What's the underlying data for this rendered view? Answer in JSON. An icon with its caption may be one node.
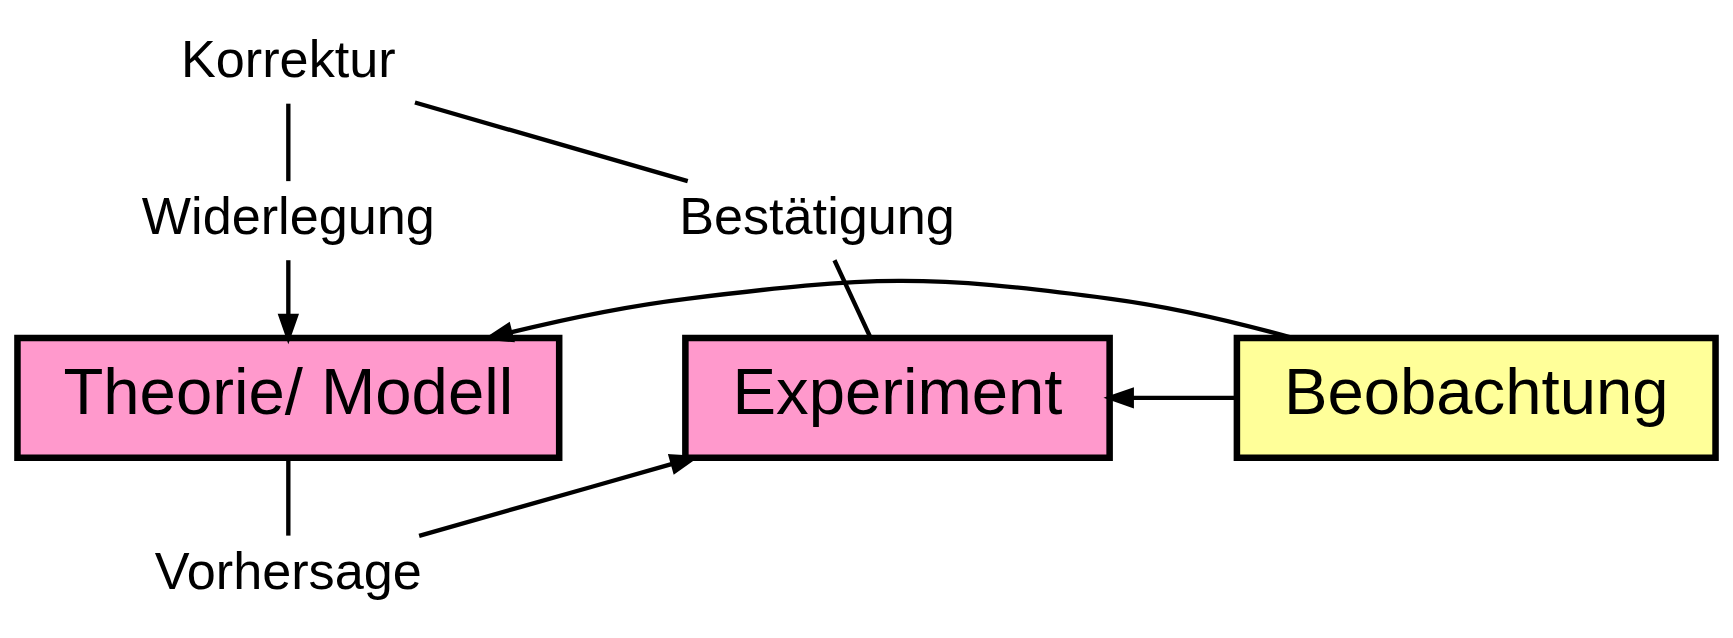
{
  "diagram": {
    "nodes": [
      {
        "text": [
          "Korrektur"
        ]
      },
      {
        "text": [
          "Bestätigung"
        ]
      },
      {
        "text": [
          "Widerlegung"
        ]
      },
      {
        "text": [
          "Experiment"
        ]
      },
      {
        "text": [
          "Beobachtung"
        ]
      },
      {
        "text": [
          "Theorie/ Modell"
        ]
      },
      {
        "text": [
          "Vorhersage"
        ]
      }
    ],
    "edges": [
      {
        "from": 4,
        "to": 3,
        "arrow": "to"
      },
      {
        "from": 4,
        "to": 5,
        "arrow": "to"
      },
      {
        "from": 3,
        "to": 1,
        "arrow": "none"
      },
      {
        "from": 1,
        "to": 0,
        "arrow": "none"
      },
      {
        "from": 0,
        "to": 2,
        "arrow": "none"
      },
      {
        "from": 2,
        "to": 5,
        "arrow": "to"
      },
      {
        "from": 5,
        "to": 6,
        "arrow": "none"
      },
      {
        "from": 6,
        "to": 3,
        "arrow": "to"
      }
    ]
  }
}
